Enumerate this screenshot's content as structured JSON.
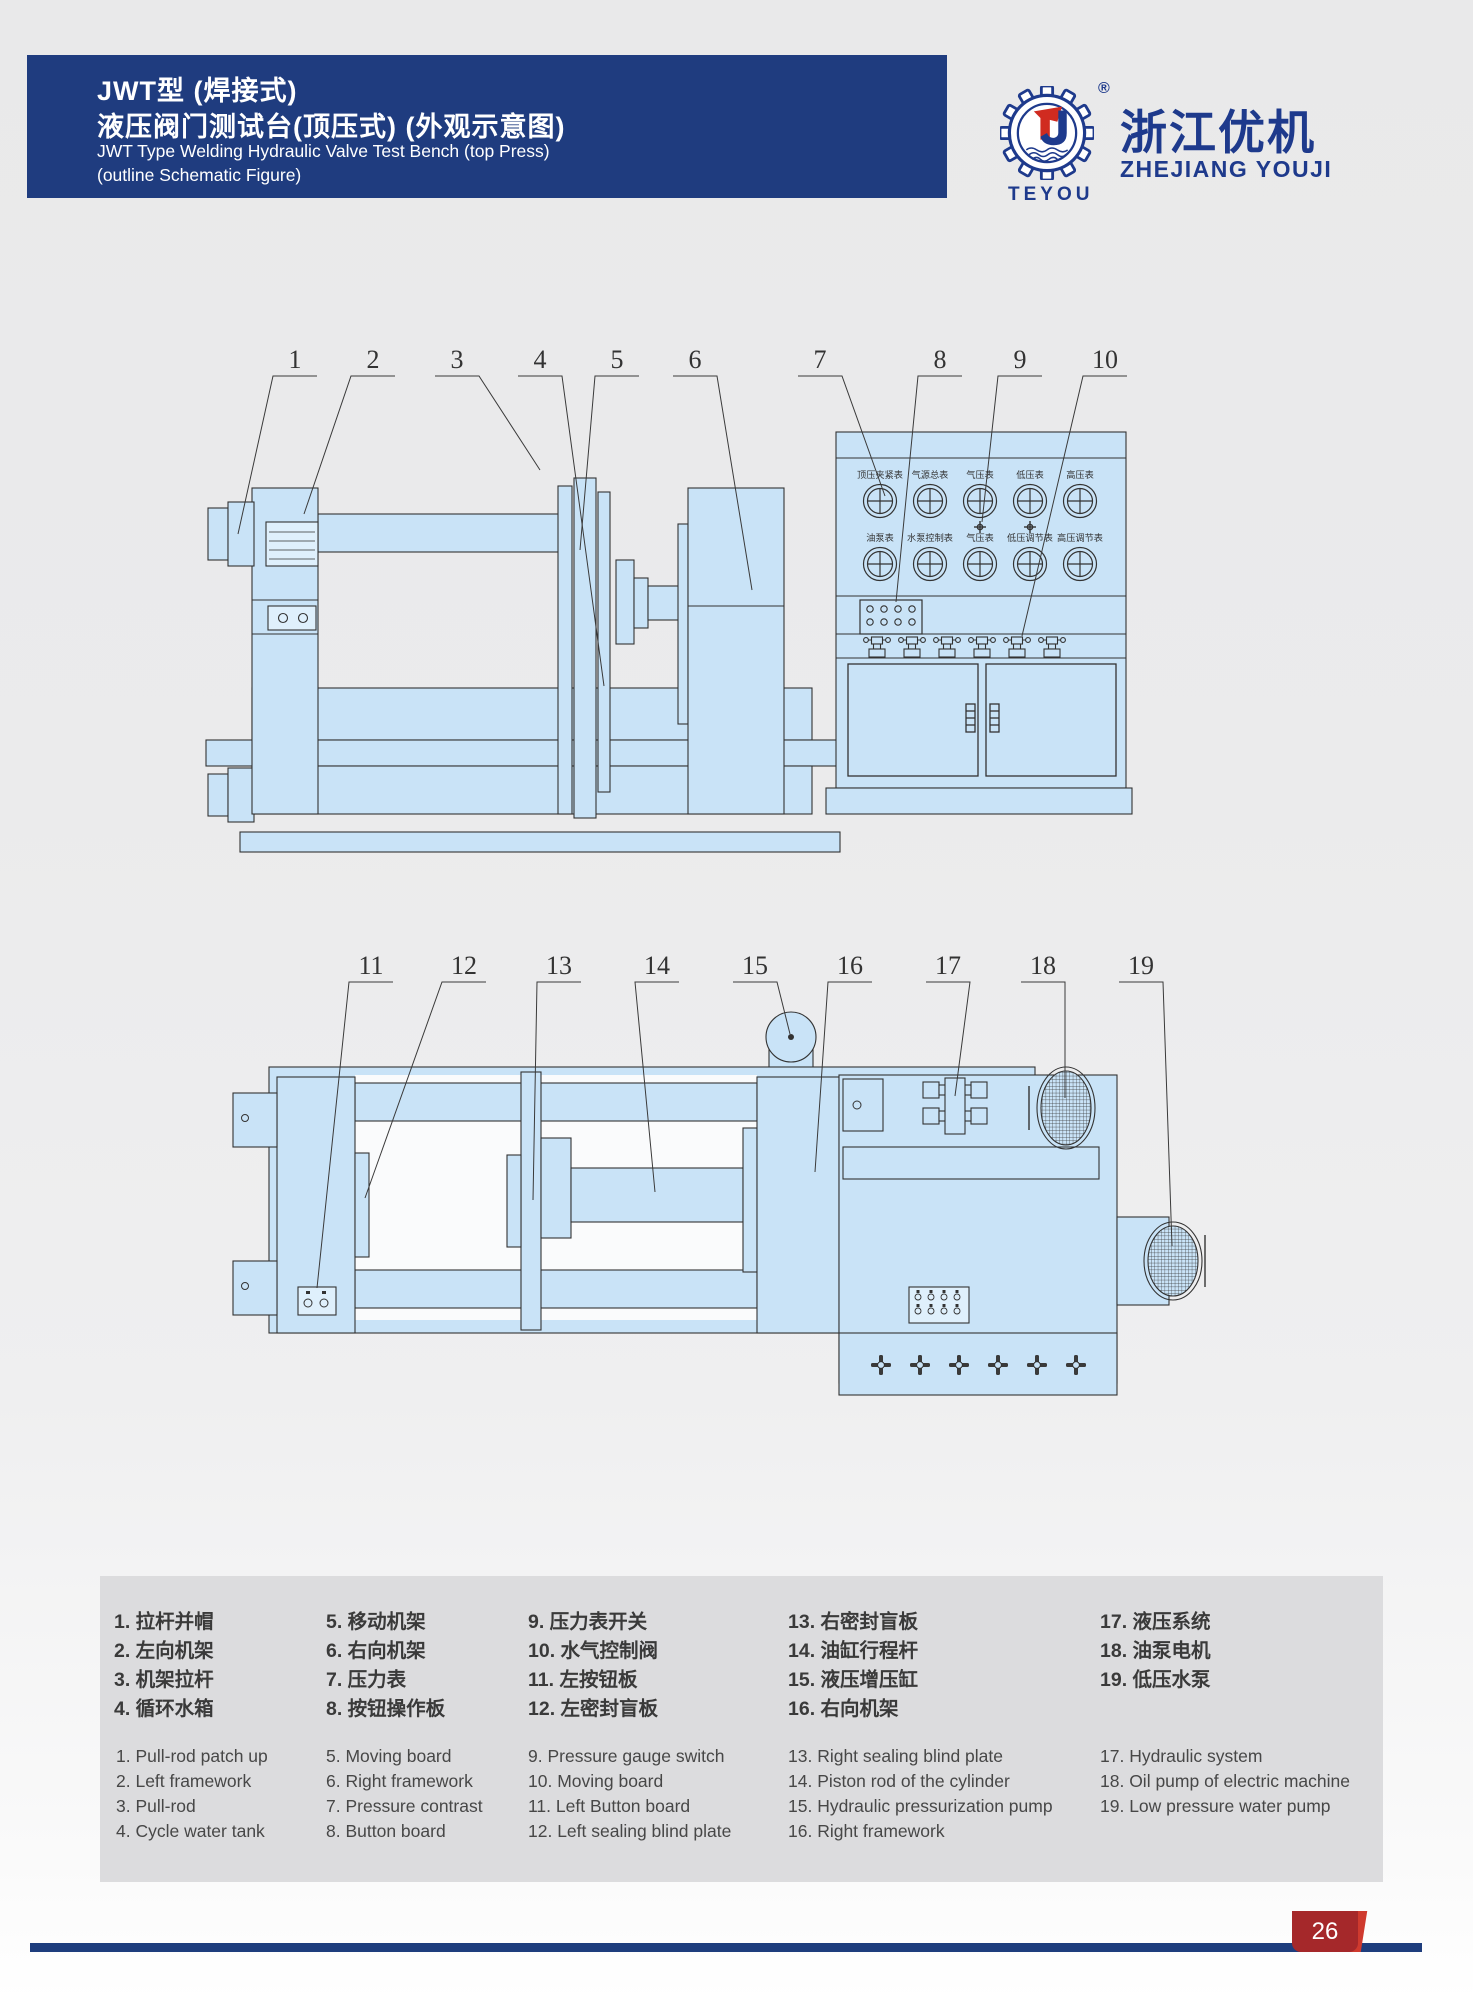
{
  "header": {
    "title_cn_1": "JWT型 (焊接式)",
    "title_cn_2": "液压阀门测试台(顶压式) (外观示意图)",
    "title_en_1": "JWT Type Welding Hydraulic Valve Test Bench (top Press)",
    "title_en_2": "(outline Schematic Figure)"
  },
  "logo": {
    "brand_cn": "浙江优机",
    "brand_en": "ZHEJIANG YOUJI",
    "mark": "TEYOU",
    "registered": "®"
  },
  "diagram1": {
    "callouts": [
      "1",
      "2",
      "3",
      "4",
      "5",
      "6",
      "7",
      "8",
      "9",
      "10"
    ],
    "gauge_labels_row1": [
      "顶压夹紧表",
      "气源总表",
      "气压表",
      "低压表",
      "高压表"
    ],
    "gauge_labels_row2": [
      "油泵表",
      "水泵控制表",
      "气压表",
      "低压调节表",
      "高压调节表"
    ]
  },
  "diagram2": {
    "callouts": [
      "11",
      "12",
      "13",
      "14",
      "15",
      "16",
      "17",
      "18",
      "19"
    ]
  },
  "legend": {
    "cn": [
      "1. 拉杆并帽",
      "2. 左向机架",
      "3. 机架拉杆",
      "4. 循环水箱",
      "5. 移动机架",
      "6. 右向机架",
      "7. 压力表",
      "8. 按钮操作板",
      "9. 压力表开关",
      "10. 水气控制阀",
      "11. 左按钮板",
      "12. 左密封盲板",
      "13. 右密封盲板",
      "14. 油缸行程杆",
      "15. 液压增压缸",
      "16. 右向机架",
      "17. 液压系统",
      "18. 油泵电机",
      "19. 低压水泵"
    ],
    "en": [
      "1. Pull-rod patch up",
      "2. Left framework",
      "3. Pull-rod",
      "4. Cycle water tank",
      "5. Moving board",
      "6. Right framework",
      "7. Pressure contrast",
      "8. Button board",
      "9. Pressure gauge switch",
      "10. Moving board",
      "11. Left Button board",
      "12. Left sealing blind plate",
      "13. Right sealing blind plate",
      "14. Piston rod of the cylinder",
      "15. Hydraulic pressurization pump",
      "16. Right framework",
      "17. Hydraulic system",
      "18. Oil pump of electric machine",
      "19. Low pressure water pump"
    ]
  },
  "footer": {
    "page": "26"
  },
  "colors": {
    "header_blue": "#1f3c7f",
    "logo_blue": "#1e3a8c",
    "diagram_fill": "#c9e3f7",
    "line": "#333333",
    "accent_red": "#a5282a",
    "footer_blue": "#1e3d7d"
  }
}
